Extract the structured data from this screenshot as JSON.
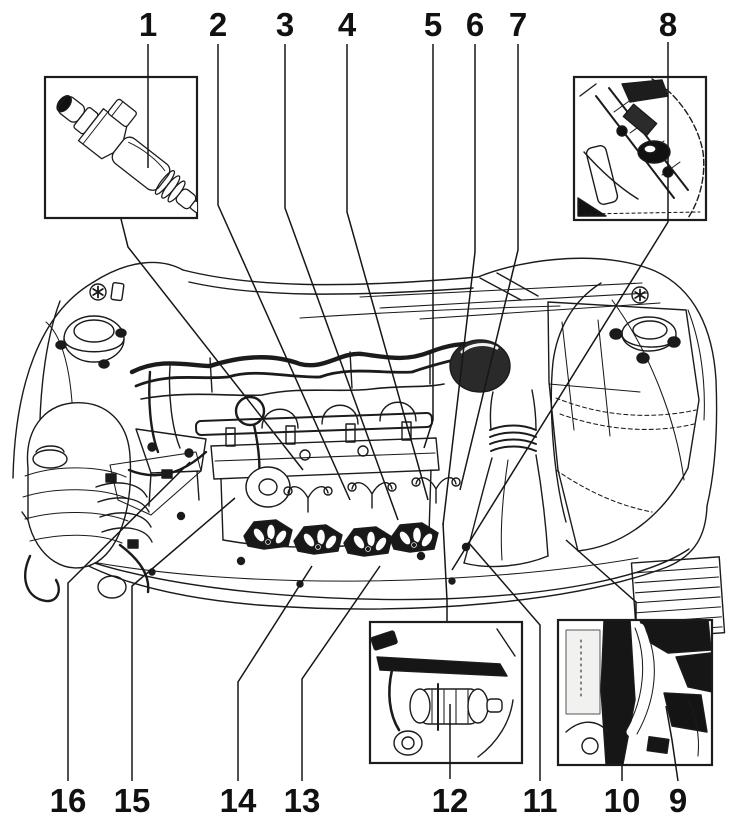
{
  "diagram": {
    "colors": {
      "paper": "#ffffff",
      "ink": "#1b1b1b"
    },
    "callouts": {
      "top": [
        {
          "label": "1"
        },
        {
          "label": "2"
        },
        {
          "label": "3"
        },
        {
          "label": "4"
        },
        {
          "label": "5"
        },
        {
          "label": "6"
        },
        {
          "label": "7"
        },
        {
          "label": "8"
        }
      ],
      "bottom": [
        {
          "label": "16"
        },
        {
          "label": "15"
        },
        {
          "label": "14"
        },
        {
          "label": "13"
        },
        {
          "label": "12"
        },
        {
          "label": "11"
        },
        {
          "label": "10"
        },
        {
          "label": "9"
        }
      ]
    },
    "insets": [
      {
        "id": "top-left",
        "depicts": "fuel-injector"
      },
      {
        "id": "top-right",
        "depicts": "chassis-detail"
      },
      {
        "id": "bottom-center",
        "depicts": "fuel-filter"
      },
      {
        "id": "bottom-right",
        "depicts": "underbody-detail"
      }
    ]
  }
}
